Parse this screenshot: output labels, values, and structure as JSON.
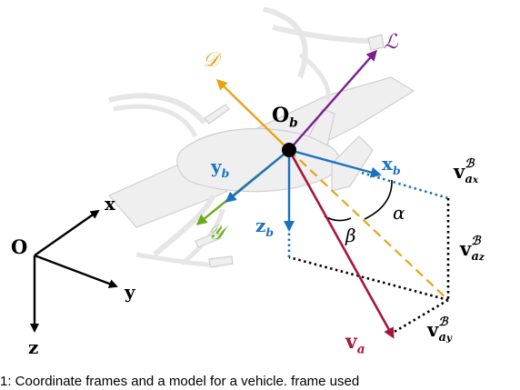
{
  "colors": {
    "black": "#000000",
    "orange": "#e8a317",
    "purple": "#7b1f8f",
    "blue": "#1a72c0",
    "green": "#6aaa1d",
    "crimson": "#a5163e",
    "aircraft_fill": "#efefef",
    "aircraft_edge": "#cfcfcf"
  },
  "world_frame": {
    "origin": "O",
    "x": "x",
    "y": "y",
    "z": "z"
  },
  "body_frame": {
    "origin": "O",
    "origin_sub": "b",
    "x": "x",
    "x_sub": "b",
    "y": "y",
    "y_sub": "b",
    "z": "z",
    "z_sub": "b"
  },
  "aero_frame": {
    "drag": "𝒟",
    "lift": "ℒ",
    "side": "𝒴"
  },
  "airspeed": {
    "v": "v",
    "sub": "a",
    "comp_x_sub": "x",
    "comp_y_sub": "y",
    "comp_z_sub": "z",
    "frame_sup": "ℬ"
  },
  "angles": {
    "alpha": "α",
    "beta": "β"
  },
  "caption": "1: Coordinate frames and a model for a vehicle, frame used"
}
